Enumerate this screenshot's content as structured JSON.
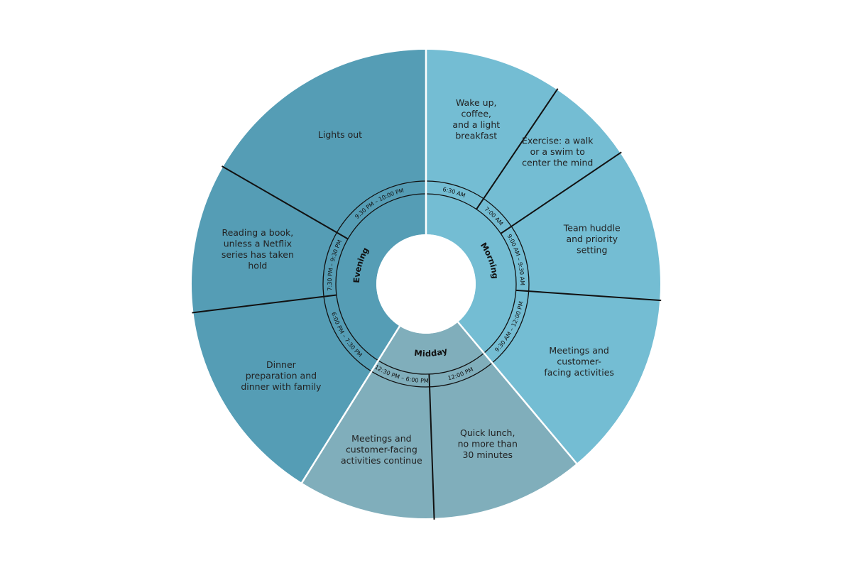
{
  "colors": {
    "morning": "#74bdd3",
    "midday": "#80aebb",
    "evening": "#559db5",
    "background": "#ffffff",
    "divider": "#111111",
    "separator": "#ffffff"
  },
  "periods": [
    {
      "name": "Morning",
      "start_deg": 0,
      "end_deg": 140,
      "color_key": "morning"
    },
    {
      "name": "Midday",
      "start_deg": 140,
      "end_deg": 212,
      "color_key": "midday"
    },
    {
      "name": "Evening",
      "start_deg": 212,
      "end_deg": 360,
      "color_key": "evening"
    }
  ],
  "segments": [
    {
      "time": "6:30 AM",
      "activity": [
        "Wake up,",
        "coffee,",
        "and a light",
        "breakfast"
      ],
      "period": "morning",
      "start_deg": 0,
      "end_deg": 34
    },
    {
      "time": "7:00 AM",
      "activity": [
        "Exercise: a walk",
        "or a swim to",
        "center the mind"
      ],
      "period": "morning",
      "start_deg": 34,
      "end_deg": 56
    },
    {
      "time": "9:00 AM – 9:30 AM",
      "activity": [
        "Team huddle",
        "and priority",
        "setting"
      ],
      "period": "morning",
      "start_deg": 56,
      "end_deg": 94
    },
    {
      "time": "9:30 AM – 12:00 PM",
      "activity": [
        "Meetings and",
        "customer-",
        "facing activities"
      ],
      "period": "morning",
      "start_deg": 94,
      "end_deg": 140
    },
    {
      "time": "12:00 PM",
      "activity": [
        "Quick lunch,",
        "no more than",
        "30 minutes"
      ],
      "period": "midday",
      "start_deg": 140,
      "end_deg": 178
    },
    {
      "time": "12:30 PM – 6:00 PM",
      "activity": [
        "Meetings and",
        "customer-facing",
        "activities continue"
      ],
      "period": "midday",
      "start_deg": 178,
      "end_deg": 212
    },
    {
      "time": "6:00 PM – 7:30 PM",
      "activity": [
        "Dinner",
        "preparation and",
        "dinner with family"
      ],
      "period": "evening",
      "start_deg": 212,
      "end_deg": 263
    },
    {
      "time": "7:30 PM – 9:30 PM",
      "activity": [
        "Reading a book,",
        "unless a Netflix",
        "series has taken",
        "hold"
      ],
      "period": "evening",
      "start_deg": 263,
      "end_deg": 300
    },
    {
      "time": "9:30 PM – 10:00 PM",
      "activity": [
        "Lights out"
      ],
      "period": "evening",
      "start_deg": 300,
      "end_deg": 360
    }
  ]
}
